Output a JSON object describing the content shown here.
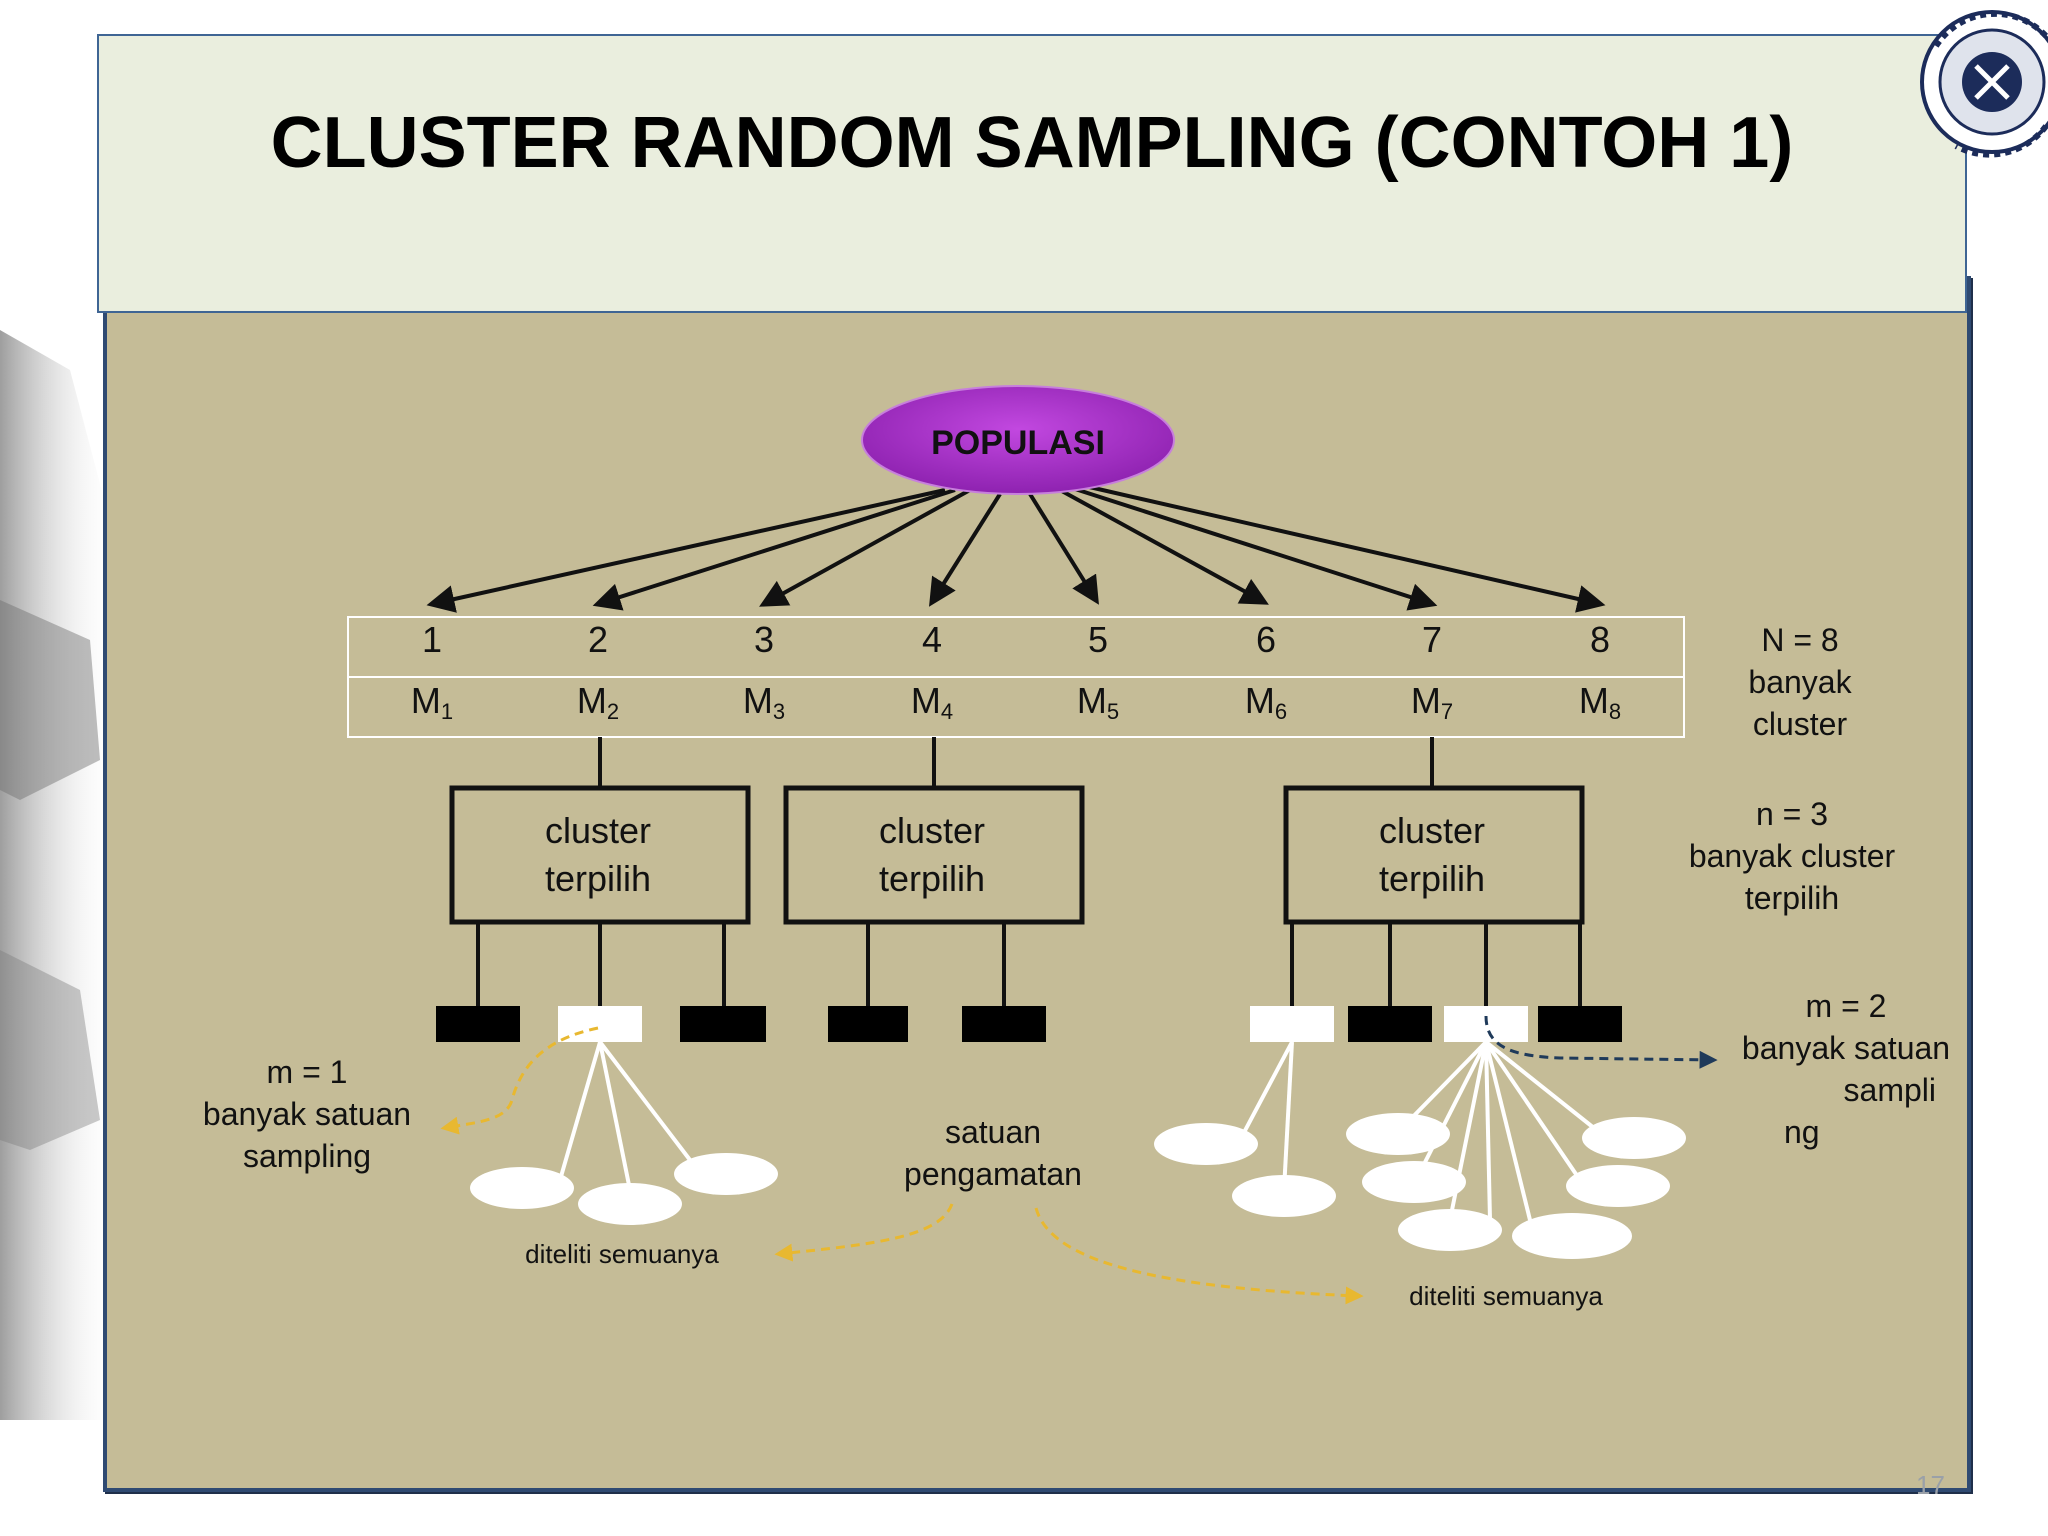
{
  "slide": {
    "title": "CLUSTER RANDOM SAMPLING (CONTOH 1)",
    "page_number": "17"
  },
  "diagram": {
    "root": {
      "label": "POPULASI",
      "color": "#a23bc8"
    },
    "clusters": [
      {
        "number": "1",
        "label": "M",
        "sub": "1"
      },
      {
        "number": "2",
        "label": "M",
        "sub": "2"
      },
      {
        "number": "3",
        "label": "M",
        "sub": "3"
      },
      {
        "number": "4",
        "label": "M",
        "sub": "4"
      },
      {
        "number": "5",
        "label": "M",
        "sub": "5"
      },
      {
        "number": "6",
        "label": "M",
        "sub": "6"
      },
      {
        "number": "7",
        "label": "M",
        "sub": "7"
      },
      {
        "number": "8",
        "label": "M",
        "sub": "8"
      }
    ],
    "selected_box": {
      "line1": "cluster",
      "line2": "terpilih"
    },
    "notes": {
      "N": {
        "line1": "N = 8",
        "line2": "banyak",
        "line3": "cluster"
      },
      "n": {
        "line1": "n = 3",
        "line2": "banyak cluster",
        "line3": "terpilih"
      },
      "m2": {
        "line1": "m = 2",
        "line2": "banyak satuan",
        "line3": "sampli",
        "line4": "ng"
      },
      "m1": {
        "line1": "m = 1",
        "line2": "banyak satuan",
        "line3": "sampling"
      },
      "observation": {
        "line1": "satuan",
        "line2": "pengamatan"
      },
      "all_studied_left": "diteliti semuanya",
      "all_studied_right": "diteliti semuanya"
    },
    "colors": {
      "panel": "#c5bc97",
      "title_box": "#eaeede",
      "arrow_dark": "#1a1a1a",
      "arrow_yellow": "#e8b830",
      "arrow_navy": "#1f3a5a"
    }
  }
}
